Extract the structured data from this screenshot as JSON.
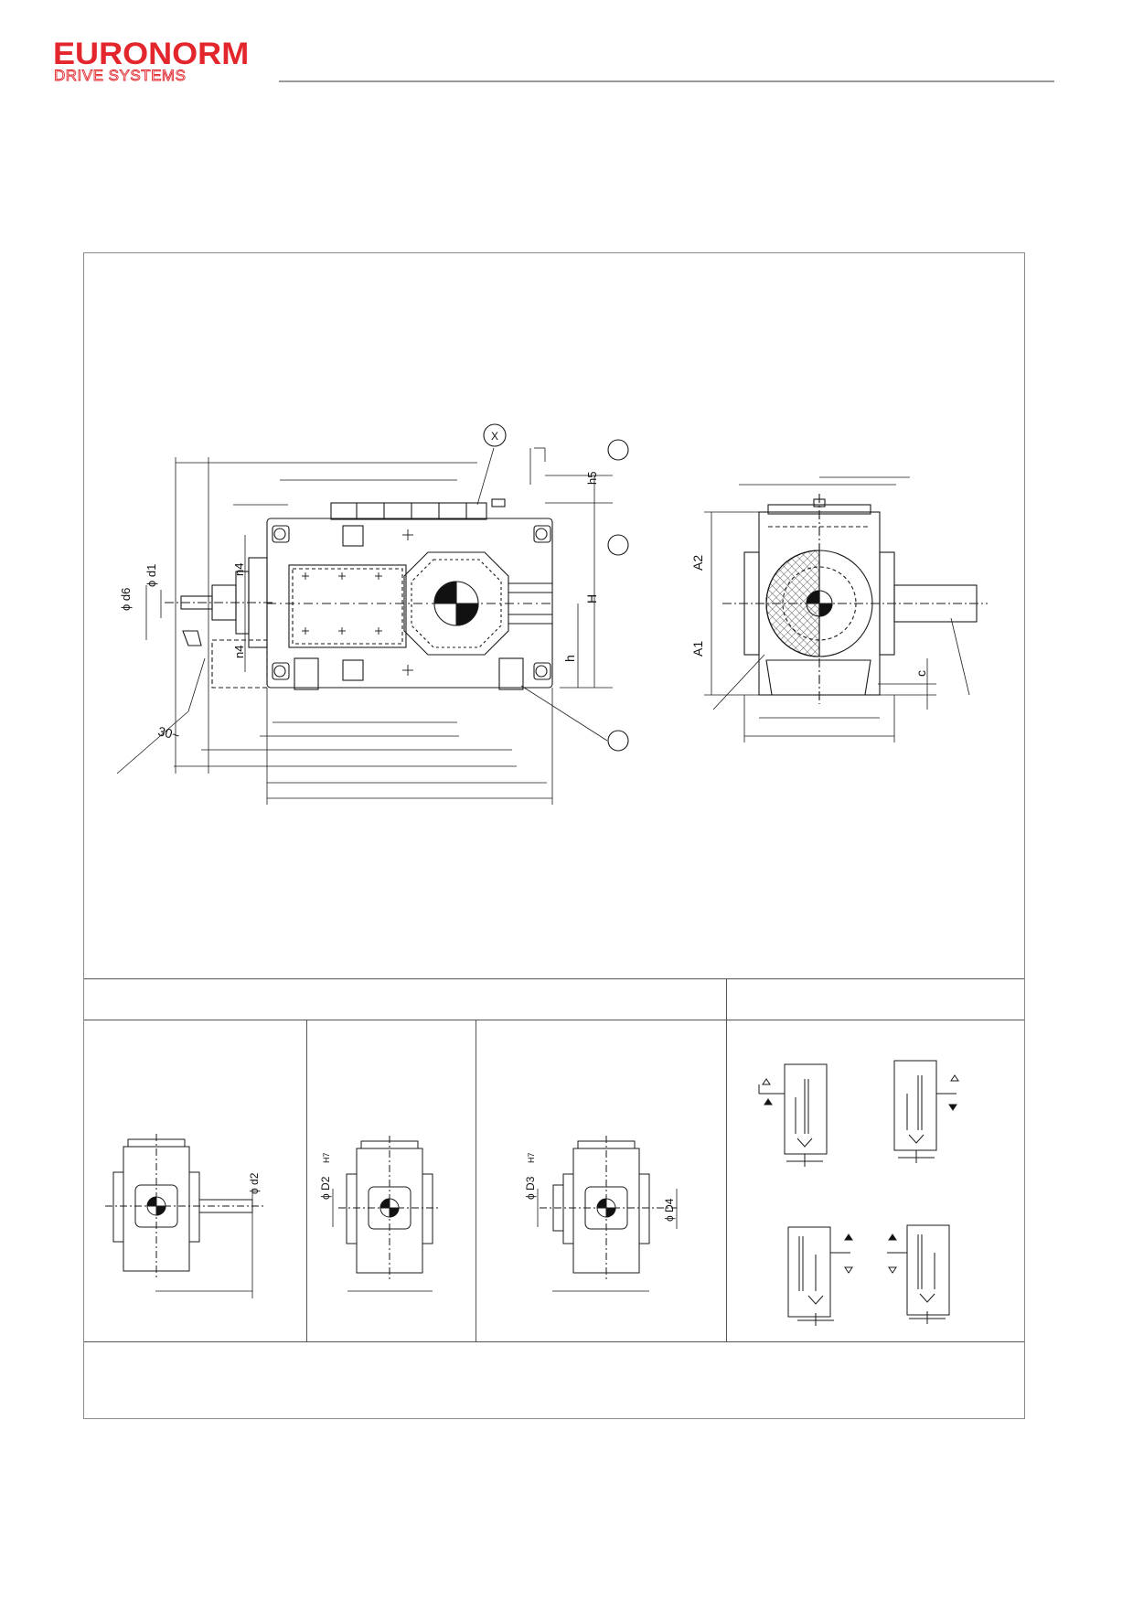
{
  "brand": {
    "name": "EURONORM",
    "tagline": "DRIVE SYSTEMS",
    "color": "#e3262c"
  },
  "main_drawing": {
    "labels": {
      "detail_marker": "X",
      "h5": "h5",
      "H": "H",
      "h": "h",
      "n4_top": "n4",
      "n4_bottom": "n4",
      "d6": "ϕ d6",
      "d1": "ϕ d1",
      "angle": "30~",
      "A2": "A2",
      "A1": "A1",
      "c": "c"
    }
  },
  "variants": {
    "solid_shaft": {
      "d2": "ϕ d2"
    },
    "hollow_shaft": {
      "D2": "ϕ D2",
      "tol": "H7"
    },
    "shrink_disc": {
      "D3": "ϕ D3",
      "tol": "H7",
      "D4": "ϕ D4"
    }
  },
  "colors": {
    "line": "#1a1a1a",
    "frame": "#8c8c8c",
    "header_rule": "#9a9a9a"
  }
}
